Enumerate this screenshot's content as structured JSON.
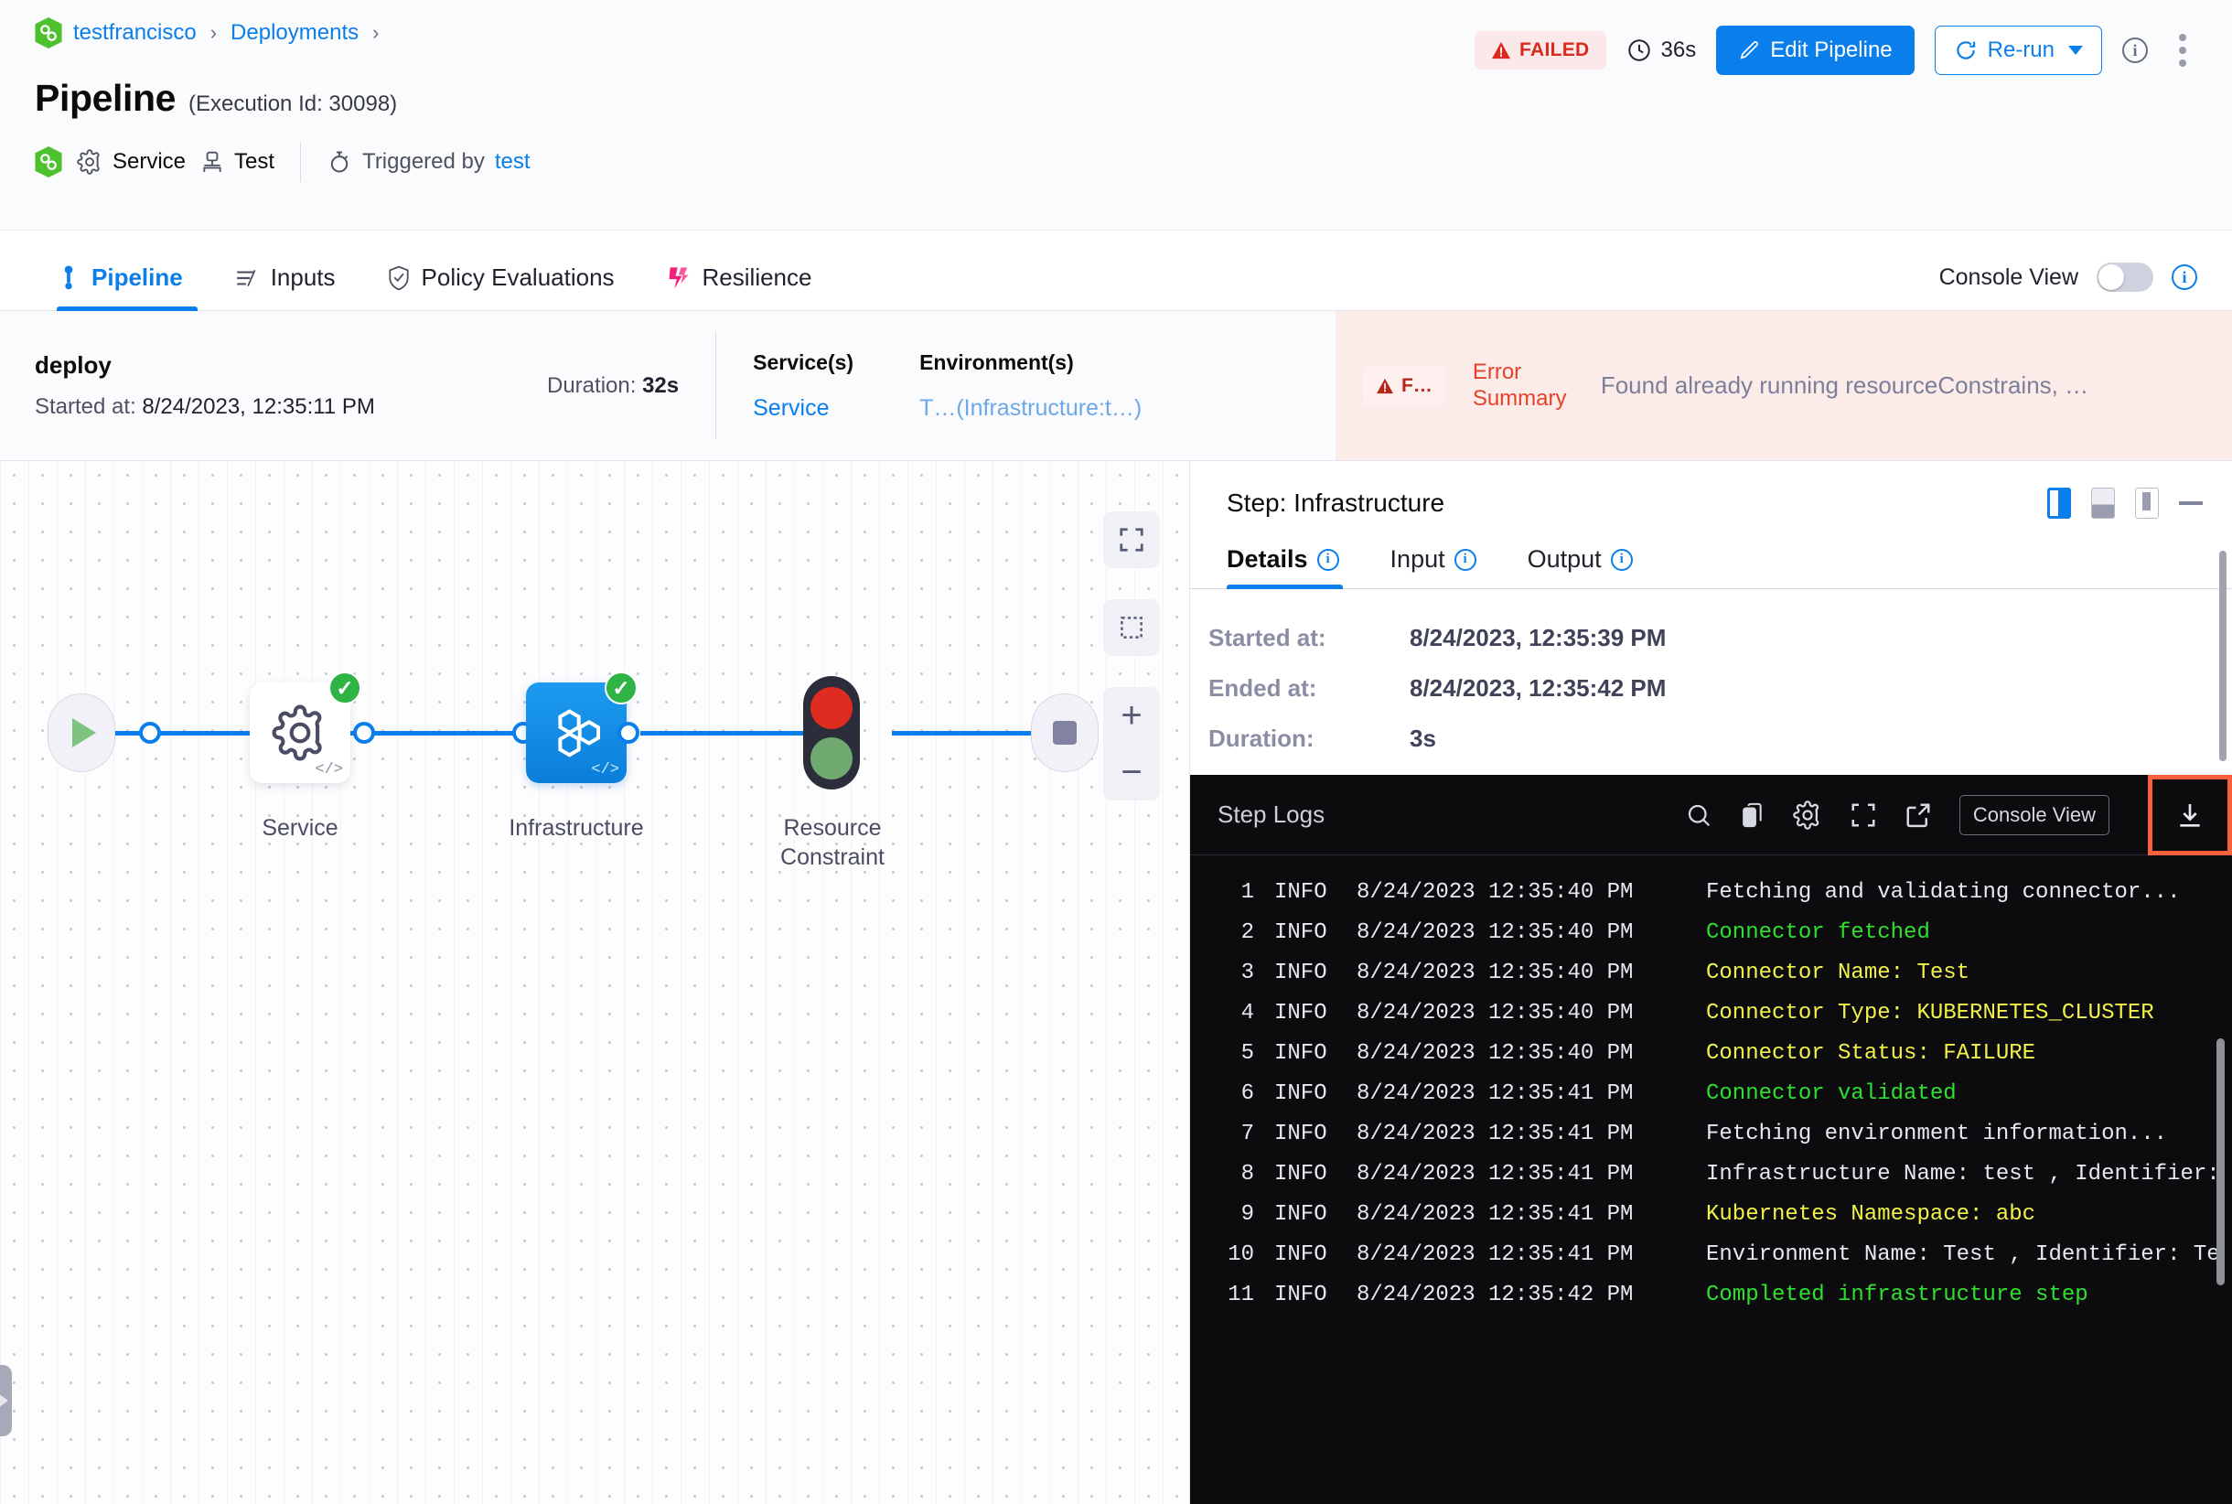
{
  "header": {
    "breadcrumb": {
      "project": "testfrancisco",
      "section": "Deployments"
    },
    "title": "Pipeline",
    "execution_id_label": "(Execution Id: 30098)",
    "meta": {
      "service": "Service",
      "test": "Test",
      "triggered_label": "Triggered by",
      "triggered_by": "test"
    },
    "actions": {
      "status_badge": "FAILED",
      "duration": "36s",
      "edit_pipeline": "Edit Pipeline",
      "rerun": "Re-run"
    }
  },
  "tabs": {
    "items": [
      {
        "label": "Pipeline",
        "icon": "pipeline-icon",
        "active": true
      },
      {
        "label": "Inputs",
        "icon": "inputs-icon",
        "active": false
      },
      {
        "label": "Policy Evaluations",
        "icon": "shield-check-icon",
        "active": false
      },
      {
        "label": "Resilience",
        "icon": "resilience-icon",
        "active": false
      }
    ],
    "console_view_label": "Console View",
    "console_view_on": false
  },
  "summary": {
    "stage_name": "deploy",
    "started_label": "Started at:",
    "started_value": "8/24/2023, 12:35:11 PM",
    "duration_label": "Duration:",
    "duration_value": "32s",
    "services_header": "Service(s)",
    "services_value": "Service",
    "environments_header": "Environment(s)",
    "environments_value": "T…(Infrastructure:t…)",
    "failed_chip": "F…",
    "error_summary_label": "Error Summary",
    "error_summary_text": "Found already running resourceConstrains, …"
  },
  "canvas": {
    "nodes": [
      {
        "label": "Service",
        "type": "gear",
        "status": "success"
      },
      {
        "label": "Infrastructure",
        "type": "infra",
        "status": "success",
        "selected": true
      },
      {
        "label": "Resource Constraint",
        "type": "traffic-light",
        "status": "none"
      }
    ],
    "controls": {
      "fit": "fit-screen-icon",
      "select": "marquee-select-icon",
      "zoom_in": "+",
      "zoom_out": "−"
    }
  },
  "step_panel": {
    "title": "Step: Infrastructure",
    "layout_icons": [
      "split-right-icon",
      "split-bottom-icon",
      "split-narrow-icon",
      "minimize-icon"
    ],
    "tabs": [
      {
        "label": "Details",
        "active": true
      },
      {
        "label": "Input",
        "active": false
      },
      {
        "label": "Output",
        "active": false
      }
    ],
    "details": [
      {
        "label": "Started at:",
        "value": "8/24/2023, 12:35:39 PM"
      },
      {
        "label": "Ended at:",
        "value": "8/24/2023, 12:35:42 PM"
      },
      {
        "label": "Duration:",
        "value": "3s"
      }
    ]
  },
  "logs": {
    "title": "Step Logs",
    "tools": [
      "search-icon",
      "copy-icon",
      "gear-icon",
      "fullscreen-icon",
      "open-external-icon"
    ],
    "console_pill": "Console View",
    "download_icon": "download-icon",
    "lines": [
      {
        "n": "1",
        "level": "INFO",
        "time": "8/24/2023 12:35:40 PM",
        "msg": "Fetching and validating connector...",
        "color": "plain"
      },
      {
        "n": "2",
        "level": "INFO",
        "time": "8/24/2023 12:35:40 PM",
        "msg": "Connector fetched",
        "color": "green"
      },
      {
        "n": "3",
        "level": "INFO",
        "time": "8/24/2023 12:35:40 PM",
        "msg": "Connector Name: Test",
        "color": "yellow"
      },
      {
        "n": "4",
        "level": "INFO",
        "time": "8/24/2023 12:35:40 PM",
        "msg": "Connector Type: KUBERNETES_CLUSTER",
        "color": "yellow"
      },
      {
        "n": "5",
        "level": "INFO",
        "time": "8/24/2023 12:35:40 PM",
        "msg": "Connector Status: FAILURE",
        "color": "yellow"
      },
      {
        "n": "6",
        "level": "INFO",
        "time": "8/24/2023 12:35:41 PM",
        "msg": "Connector validated",
        "color": "green"
      },
      {
        "n": "7",
        "level": "INFO",
        "time": "8/24/2023 12:35:41 PM",
        "msg": "Fetching environment information...",
        "color": "plain"
      },
      {
        "n": "8",
        "level": "INFO",
        "time": "8/24/2023 12:35:41 PM",
        "msg": "Infrastructure Name: test , Identifier:",
        "color": "plain"
      },
      {
        "n": "9",
        "level": "INFO",
        "time": "8/24/2023 12:35:41 PM",
        "msg": "Kubernetes Namespace: abc",
        "color": "yellow"
      },
      {
        "n": "10",
        "level": "INFO",
        "time": "8/24/2023 12:35:41 PM",
        "msg": "Environment Name: Test , Identifier: Te",
        "color": "plain"
      },
      {
        "n": "11",
        "level": "INFO",
        "time": "8/24/2023 12:35:42 PM",
        "msg": "Completed infrastructure step",
        "color": "green"
      }
    ]
  },
  "colors": {
    "accent": "#0a7eea",
    "danger": "#da291d",
    "success": "#2fb344",
    "error_bg": "#fcece9",
    "highlight_box": "#f9603e"
  }
}
